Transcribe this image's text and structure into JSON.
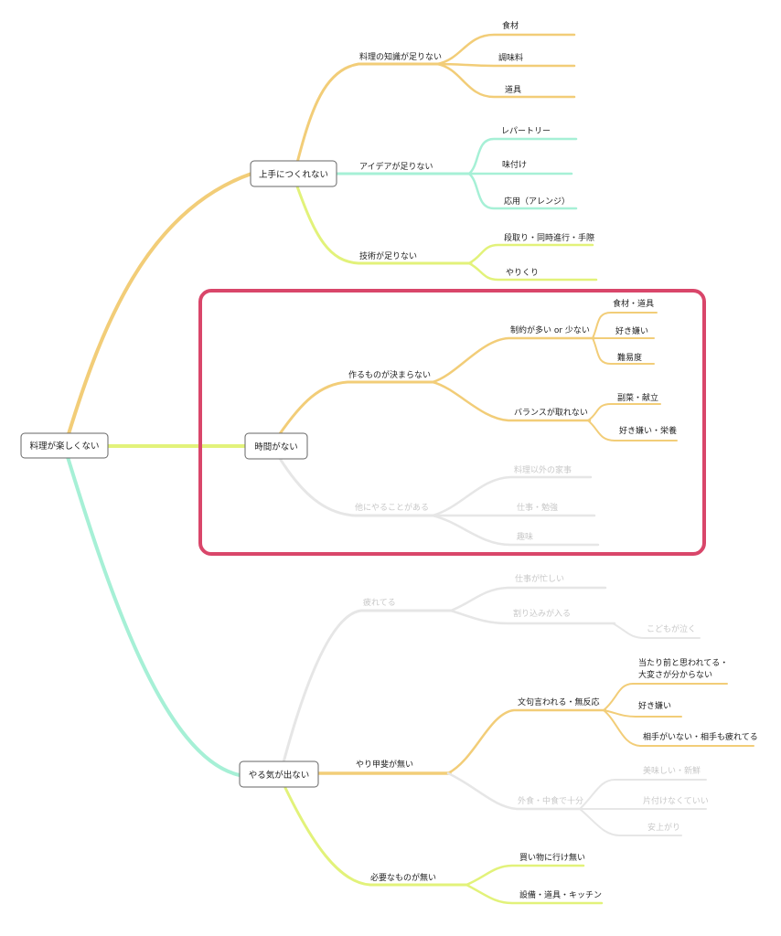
{
  "colors": {
    "orange": "#f2cd78",
    "teal": "#a6f0d6",
    "lime": "#e2f27a",
    "gray": "#e6e6e6",
    "highlight": "#d9466a"
  },
  "root": {
    "label": "料理が楽しくない"
  },
  "branches": [
    {
      "label": "上手につくれない",
      "children": [
        {
          "label": "料理の知識が足りない",
          "leaves": [
            "食材",
            "調味料",
            "道具"
          ]
        },
        {
          "label": "アイデアが足りない",
          "leaves": [
            "レパートリー",
            "味付け",
            "応用（アレンジ）"
          ]
        },
        {
          "label": "技術が足りない",
          "leaves": [
            "段取り・同時進行・手際",
            "やりくり"
          ]
        }
      ]
    },
    {
      "label": "時間がない",
      "children": [
        {
          "label": "作るものが決まらない",
          "subs": [
            {
              "label": "制約が多い or 少ない",
              "leaves": [
                "食材・道具",
                "好き嫌い",
                "難易度"
              ]
            },
            {
              "label": "バランスが取れない",
              "leaves": [
                "副菜・献立",
                "好き嫌い・栄養"
              ]
            }
          ]
        },
        {
          "label": "他にやることがある",
          "leaves": [
            "料理以外の家事",
            "仕事・勉強",
            "趣味"
          ]
        }
      ]
    },
    {
      "label": "やる気が出ない",
      "children": [
        {
          "label": "疲れてる",
          "items": [
            {
              "label": "仕事が忙しい"
            },
            {
              "label": "割り込みが入る",
              "leaves": [
                "こどもが泣く"
              ]
            }
          ]
        },
        {
          "label": "やり甲斐が無い",
          "subs": [
            {
              "label": "文句言われる・無反応",
              "leaves": [
                "当たり前と思われてる・",
                "大変さが分からない",
                "好き嫌い",
                "相手がいない・相手も疲れてる"
              ]
            },
            {
              "label": "外食・中食で十分",
              "leaves": [
                "美味しい・新鮮",
                "片付けなくていい",
                "安上がり"
              ]
            }
          ]
        },
        {
          "label": "必要なものが無い",
          "leaves": [
            "買い物に行け無い",
            "設備・道具・キッチン"
          ]
        }
      ]
    }
  ]
}
